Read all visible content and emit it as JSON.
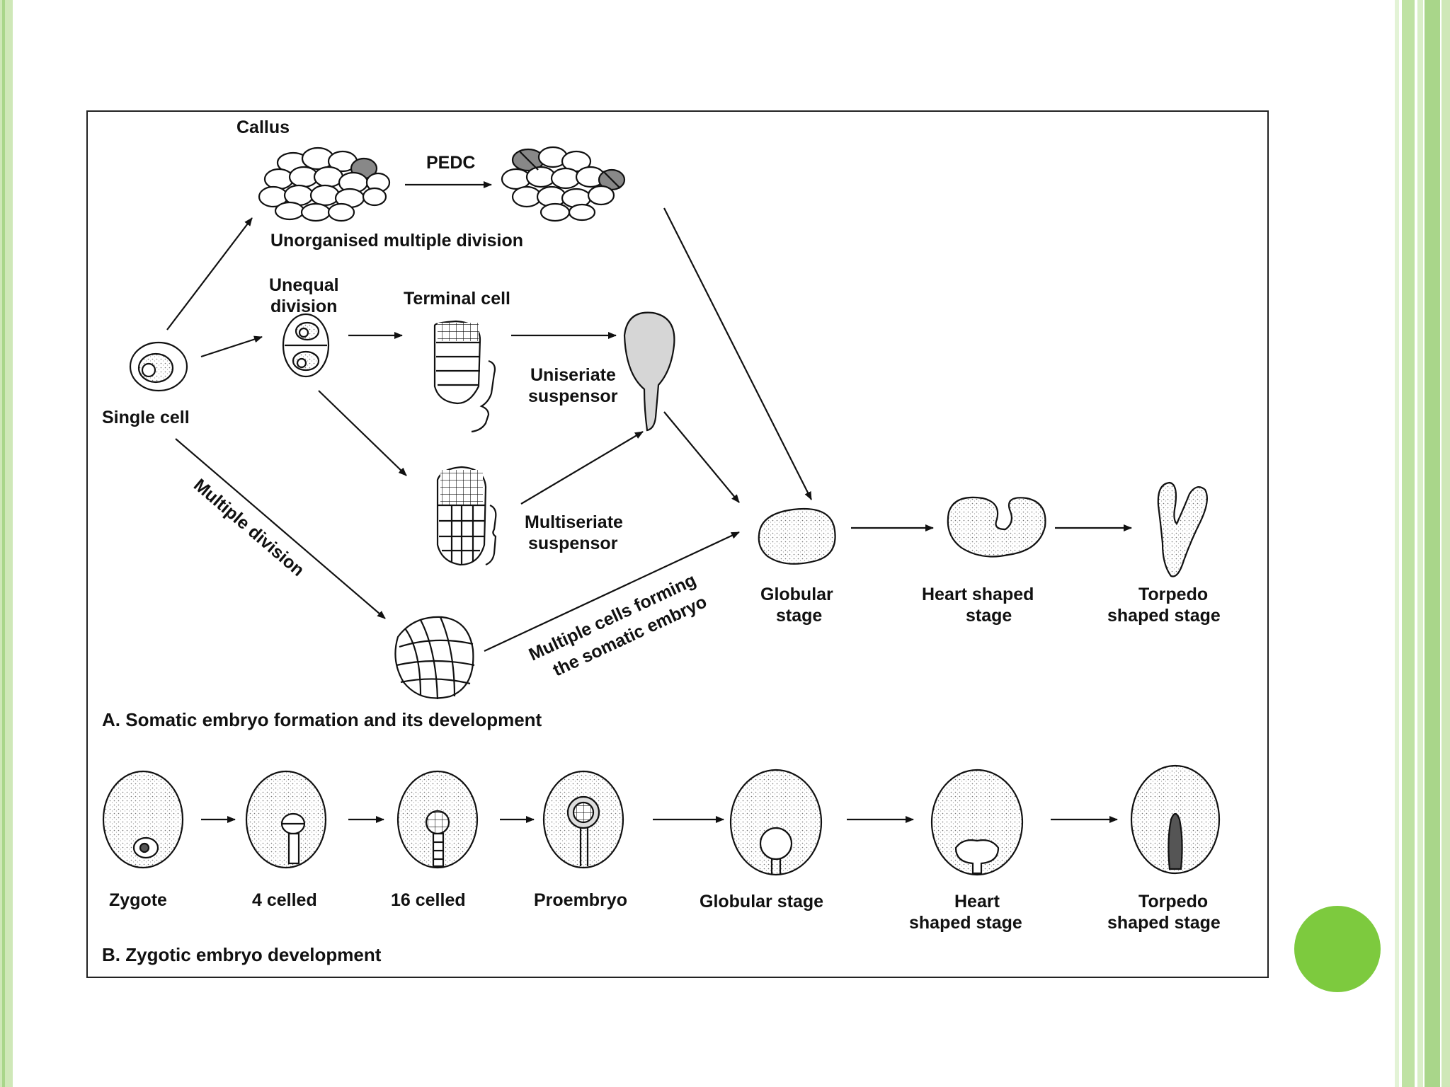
{
  "slide": {
    "accent_color": "#7dca3e",
    "stripe_color": "#a9d68a"
  },
  "figure": {
    "part_a": {
      "callus": "Callus",
      "pedc": "PEDC",
      "unorganised": "Unorganised multiple division",
      "unequal_1": "Unequal",
      "unequal_2": "division",
      "terminal_cell": "Terminal cell",
      "uniseriate_1": "Uniseriate",
      "uniseriate_2": "suspensor",
      "single_cell": "Single cell",
      "multiple_division": "Multiple division",
      "multiseriate_1": "Multiseriate",
      "multiseriate_2": "suspensor",
      "forming_1": "Multiple cells forming",
      "forming_2": "the somatic embryo",
      "globular_1": "Globular",
      "globular_2": "stage",
      "heart_1": "Heart shaped",
      "heart_2": "stage",
      "torpedo_1": "Torpedo",
      "torpedo_2": "shaped stage",
      "caption": "A. Somatic embryo  formation and its development"
    },
    "part_b": {
      "zygote": "Zygote",
      "four_celled": "4 celled",
      "sixteen_celled": "16 celled",
      "proembryo": "Proembryo",
      "globular": "Globular stage",
      "heart_1": "Heart",
      "heart_2": "shaped stage",
      "torpedo_1": "Torpedo",
      "torpedo_2": "shaped stage",
      "caption": "B. Zygotic embryo development"
    }
  }
}
